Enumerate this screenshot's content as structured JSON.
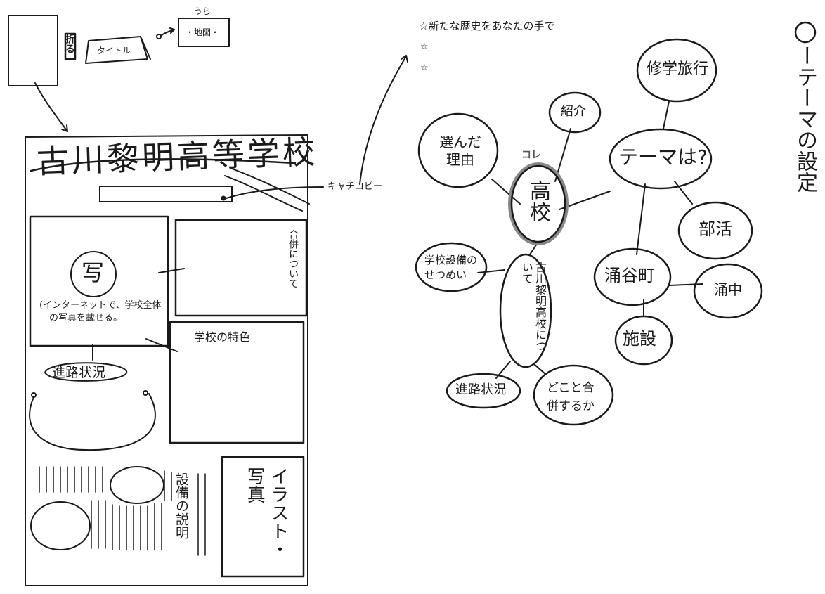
{
  "side_heading": {
    "text": "ーテーマの設定"
  },
  "fold_sketch": {
    "fold_label": "折る",
    "title_label": "タイトル",
    "back_label": "うら",
    "map_label": "・地図・"
  },
  "poster": {
    "title": "古川黎明高等学校",
    "catchcopy_label": "キャチコピー",
    "photo_char": "写",
    "photo_note_line1": "(インターネットで、学校全体",
    "photo_note_line2": "の写真を載せる。",
    "merger_box": "合併について",
    "features_box": "学校の特色",
    "career_label": "進路状況",
    "equipment_label": "設備の説明",
    "illust_label": "イラスト・写真"
  },
  "mindmap": {
    "stars": [
      "☆新たな歴史をあなたの手で",
      "☆",
      "☆"
    ],
    "center": "高校",
    "center_tag": "コレ",
    "nodes": {
      "reason": "選んだ理由",
      "intro": "紹介",
      "school_trip": "修学旅行",
      "theme": "テーマは?",
      "club": "部活",
      "wakuya_town": "涌谷町",
      "wakuya_jh": "涌中",
      "facilities": "施設",
      "school_facilities": "学校設備のせつめい",
      "about_school": "古川黎明高校について",
      "career": "進路状況",
      "merger": "どこと合併するか"
    }
  }
}
